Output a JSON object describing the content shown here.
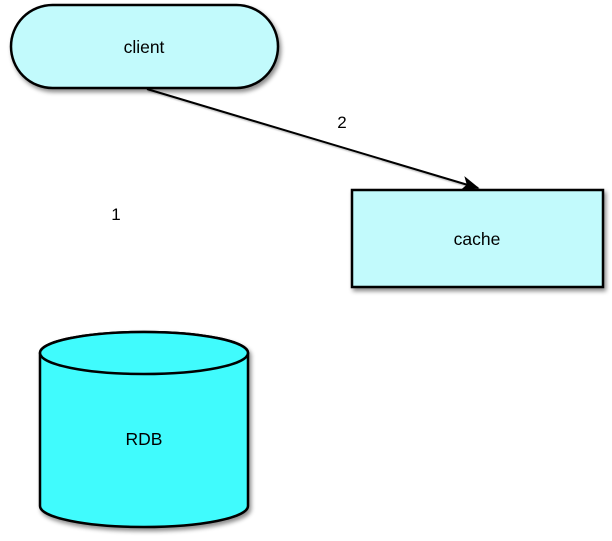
{
  "diagram": {
    "background": "#ffffff",
    "line_color": "#000000",
    "nodes": [
      {
        "id": "client",
        "label": "client",
        "shape": "stadium",
        "fill": "#c2fafc",
        "text_color": "#000000"
      },
      {
        "id": "cache",
        "label": "cache",
        "shape": "rectangle",
        "fill": "#c2fafc",
        "text_color": "#000000"
      },
      {
        "id": "rdb",
        "label": "RDB",
        "shape": "cylinder",
        "fill": "#3ffbfd",
        "text_color": "#000000"
      }
    ],
    "edges": [
      {
        "from": "client",
        "to": "rdb",
        "label": "1",
        "style": "arrow"
      },
      {
        "from": "client",
        "to": "cache",
        "label": "2",
        "style": "arrow"
      }
    ]
  }
}
